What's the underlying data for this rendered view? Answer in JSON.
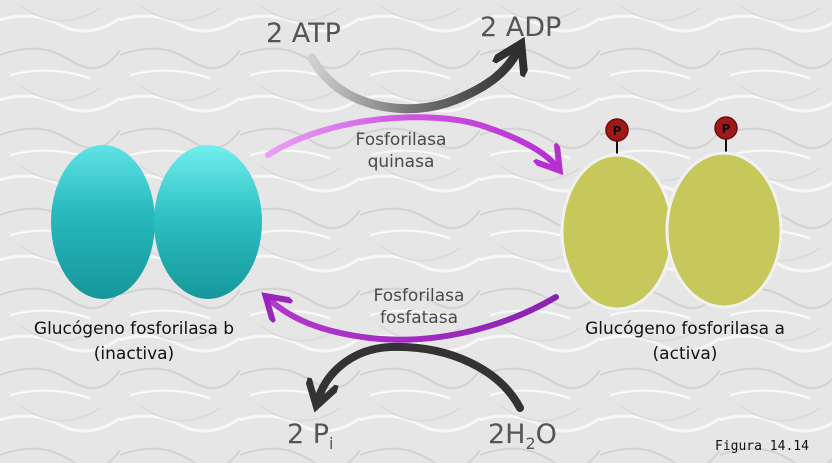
{
  "reactants_top": {
    "left": "2 ATP",
    "right": "2 ADP"
  },
  "enzymes": {
    "kinase": {
      "line1": "Fosforilasa",
      "line2": "quinasa"
    },
    "phosphatase": {
      "line1": "Fosforilasa",
      "line2": "fosfatasa"
    }
  },
  "reactants_bottom": {
    "left_main": "2 P",
    "left_sub": "i",
    "right_pre": "2H",
    "right_sub": "2",
    "right_post": "O"
  },
  "states": {
    "b": {
      "line1": "Glucógeno fosforilasa b",
      "line2": "(inactiva)"
    },
    "a": {
      "line1": "Glucógeno fosforilasa a",
      "line2": "(activa)"
    }
  },
  "phosphate_label": "P",
  "figure_label": "Figura 14.14",
  "colors": {
    "teal": "#1fb5b8",
    "yellow": "#c6c65a",
    "purple": "#b02ad0",
    "phosphate": "#a01818",
    "dark_arrow": "#3a3a3a"
  }
}
